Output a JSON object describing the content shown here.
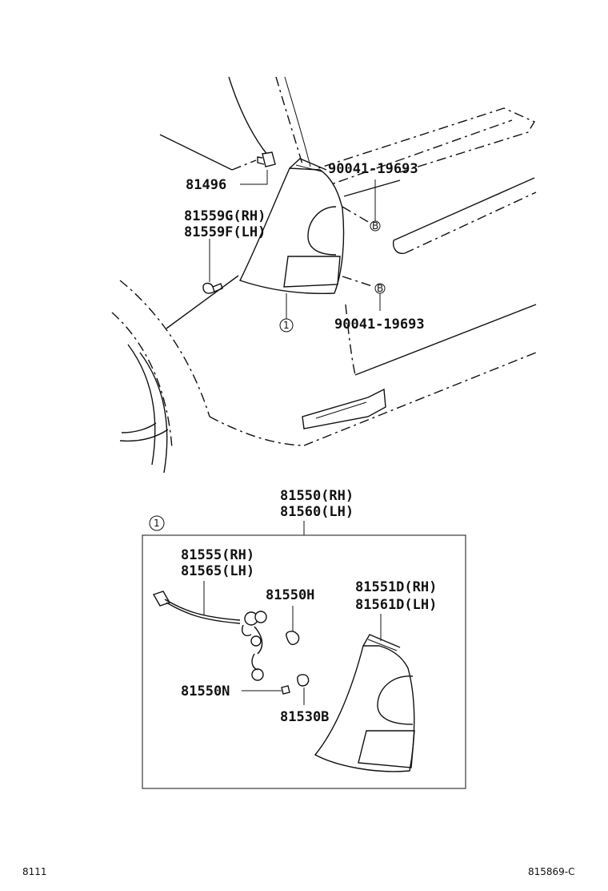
{
  "callouts": {
    "part_81496": "81496",
    "clip_rh": "81559G(RH)",
    "clip_lh": "81559F(LH)",
    "screw_upper": "90041-19693",
    "screw_lower": "90041-19693",
    "marker_b": "B",
    "marker_1": "1",
    "assy_rh": "81550(RH)",
    "assy_lh": "81560(LH)",
    "socket_rh": "81555(RH)",
    "socket_lh": "81565(LH)",
    "bulb_h": "81550H",
    "bulb_n": "81550N",
    "bulb_b": "81530B",
    "lens_rh": "81551D(RH)",
    "lens_lh": "81561D(LH)"
  },
  "footer": {
    "left_code": "8111",
    "right_code": "815869-C"
  }
}
